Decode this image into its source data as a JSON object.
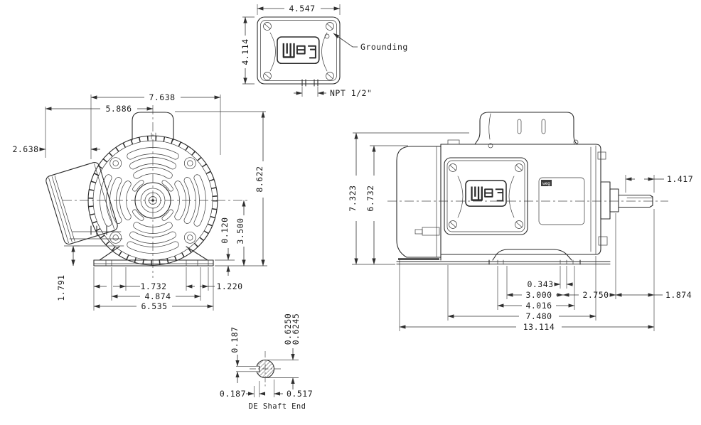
{
  "drawing": {
    "brand": "weg",
    "top_view": {
      "width": "4.547",
      "height": "4.114",
      "grounding_label": "Grounding",
      "npt_label": "NPT  1/2\""
    },
    "front_view": {
      "overall_width": "7.638",
      "box_to_center": "5.886",
      "box_projection": "2.638",
      "overall_height": "8.622",
      "shaft_center_height": "3.500",
      "base_pad_thickness": "0.120",
      "box_bottom_height": "1.791",
      "foot_slot_left": "1.732",
      "foot_bolt_span": "4.874",
      "base_width": "6.535",
      "foot_slot_right": "1.220"
    },
    "side_view": {
      "overall_height": "7.323",
      "body_height": "6.732",
      "shaft_extension": "1.417",
      "foot_slot_width": "0.343",
      "foot_bolt_spacing": "3.000",
      "bolt_to_shoulder": "2.750",
      "shoulder_to_tip": "1.874",
      "foot_pad_length": "4.016",
      "frame_length": "7.480",
      "overall_length": "13.114"
    },
    "shaft_detail": {
      "key_width": "0.187",
      "dia_max": "0.6250",
      "dia_min": "0.6245",
      "key_offset": "0.187",
      "flat_to_bottom": "0.517",
      "caption": "DE Shaft End"
    }
  }
}
